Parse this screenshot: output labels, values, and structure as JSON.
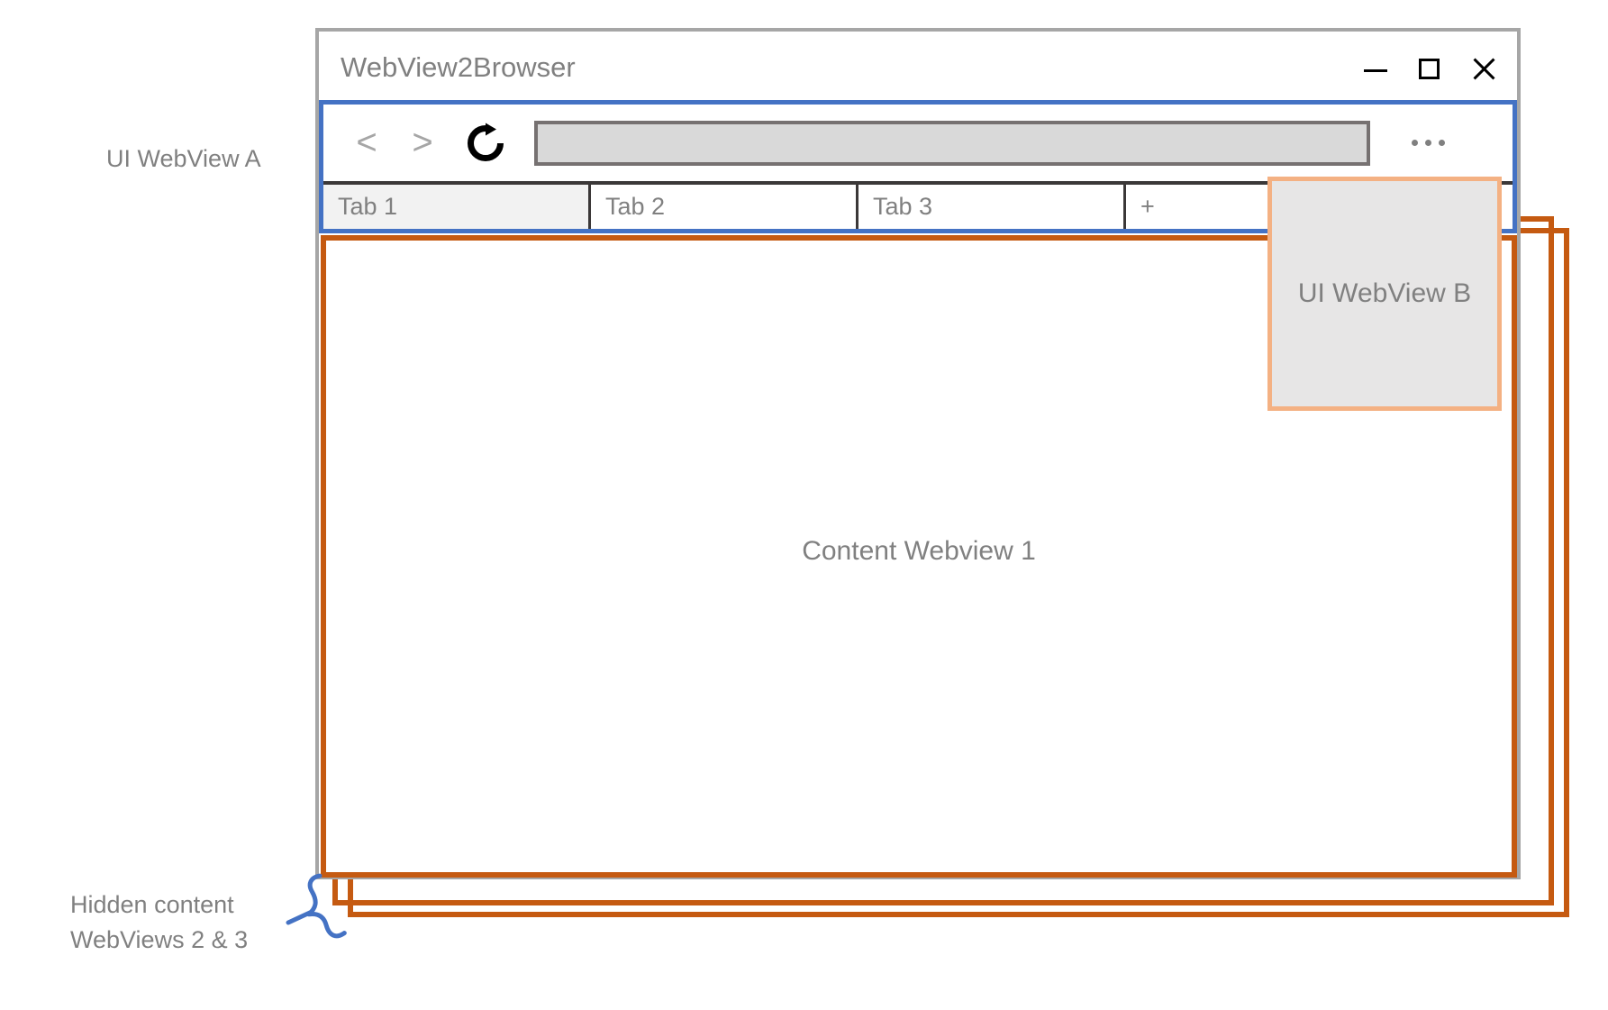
{
  "annotations": {
    "ui_webview_a_label": "UI WebView A",
    "hidden_content_label": "Hidden content\nWebViews 2 & 3"
  },
  "window": {
    "title": "WebView2Browser",
    "controls": {
      "minimize": "minimize-icon",
      "maximize": "maximize-icon",
      "close": "close-icon"
    }
  },
  "toolbar": {
    "back_label": "<",
    "forward_label": ">",
    "reload_icon": "reload-icon",
    "menu_icon": "ellipsis-icon",
    "address_bar_value": "",
    "address_bar_placeholder": ""
  },
  "tabs": [
    {
      "label": "Tab 1",
      "active": true
    },
    {
      "label": "Tab 2",
      "active": false
    },
    {
      "label": "Tab 3",
      "active": false
    },
    {
      "label": "+",
      "active": false
    }
  ],
  "content": {
    "webview_1_label": "Content Webview 1"
  },
  "popup": {
    "ui_webview_b_label": "UI WebView B"
  },
  "colors": {
    "ui_webview_a_border": "#4472C4",
    "ui_webview_b_border": "#F4B183",
    "ui_webview_b_fill": "#E7E6E6",
    "content_webview_border": "#C55A11",
    "window_frame": "#A6A6A6",
    "address_bar_fill": "#D9D9D9",
    "address_bar_border": "#767171",
    "tab_divider": "#3B3838",
    "active_tab_fill": "#F2F2F2",
    "label_text": "#808080",
    "brace": "#4472C4"
  }
}
